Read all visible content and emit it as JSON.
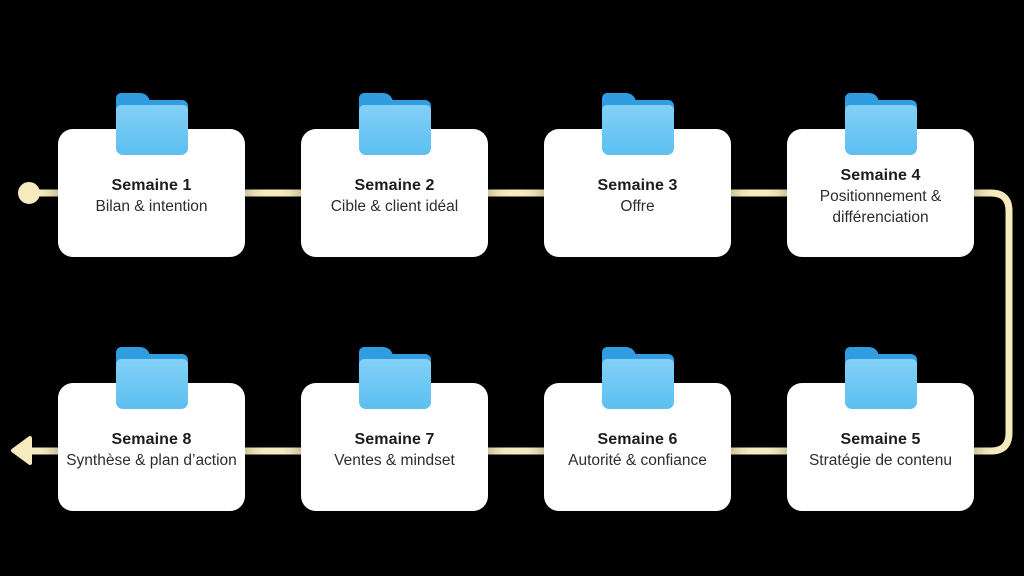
{
  "colors": {
    "background": "#000000",
    "line": "#F6EBBE",
    "card-bg": "#FFFFFF",
    "title-text": "#1C1C1C",
    "subtitle-text": "#2D2D2D",
    "folder-back": "#2F9DDF",
    "folder-front-top": "#83D0F7",
    "folder-front-bottom": "#5CBFF0"
  },
  "flow": {
    "start_marker": "circle-dot",
    "end_marker": "left-arrowhead",
    "direction": "row1 left-to-right, down on right side, row2 right-to-left"
  },
  "cards": [
    {
      "title": "Semaine 1",
      "subtitle": "Bilan & intention"
    },
    {
      "title": "Semaine 2",
      "subtitle": "Cible & client idéal"
    },
    {
      "title": "Semaine 3",
      "subtitle": "Offre"
    },
    {
      "title": "Semaine 4",
      "subtitle": "Positionnement & différenciation"
    },
    {
      "title": "Semaine 5",
      "subtitle": "Stratégie de contenu"
    },
    {
      "title": "Semaine 6",
      "subtitle": "Autorité & confiance"
    },
    {
      "title": "Semaine 7",
      "subtitle": "Ventes & mindset"
    },
    {
      "title": "Semaine 8",
      "subtitle": "Synthèse & plan d’action"
    }
  ]
}
